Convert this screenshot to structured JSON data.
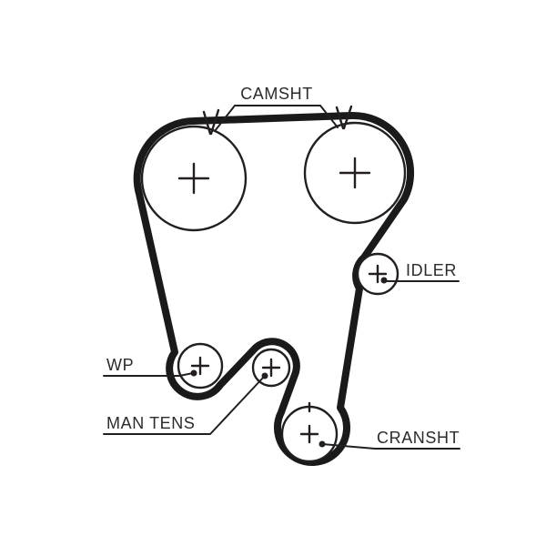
{
  "diagram": {
    "labels": {
      "camshaft": "CAMSHT",
      "idler": "IDLER",
      "water_pump": "WP",
      "manual_tensioner": "MAN TENS",
      "crankshaft": "CRANSHT"
    },
    "colors": {
      "belt": "#1a1a1a",
      "line": "#231f20",
      "text": "#2b2b2b",
      "background": "#ffffff"
    }
  }
}
